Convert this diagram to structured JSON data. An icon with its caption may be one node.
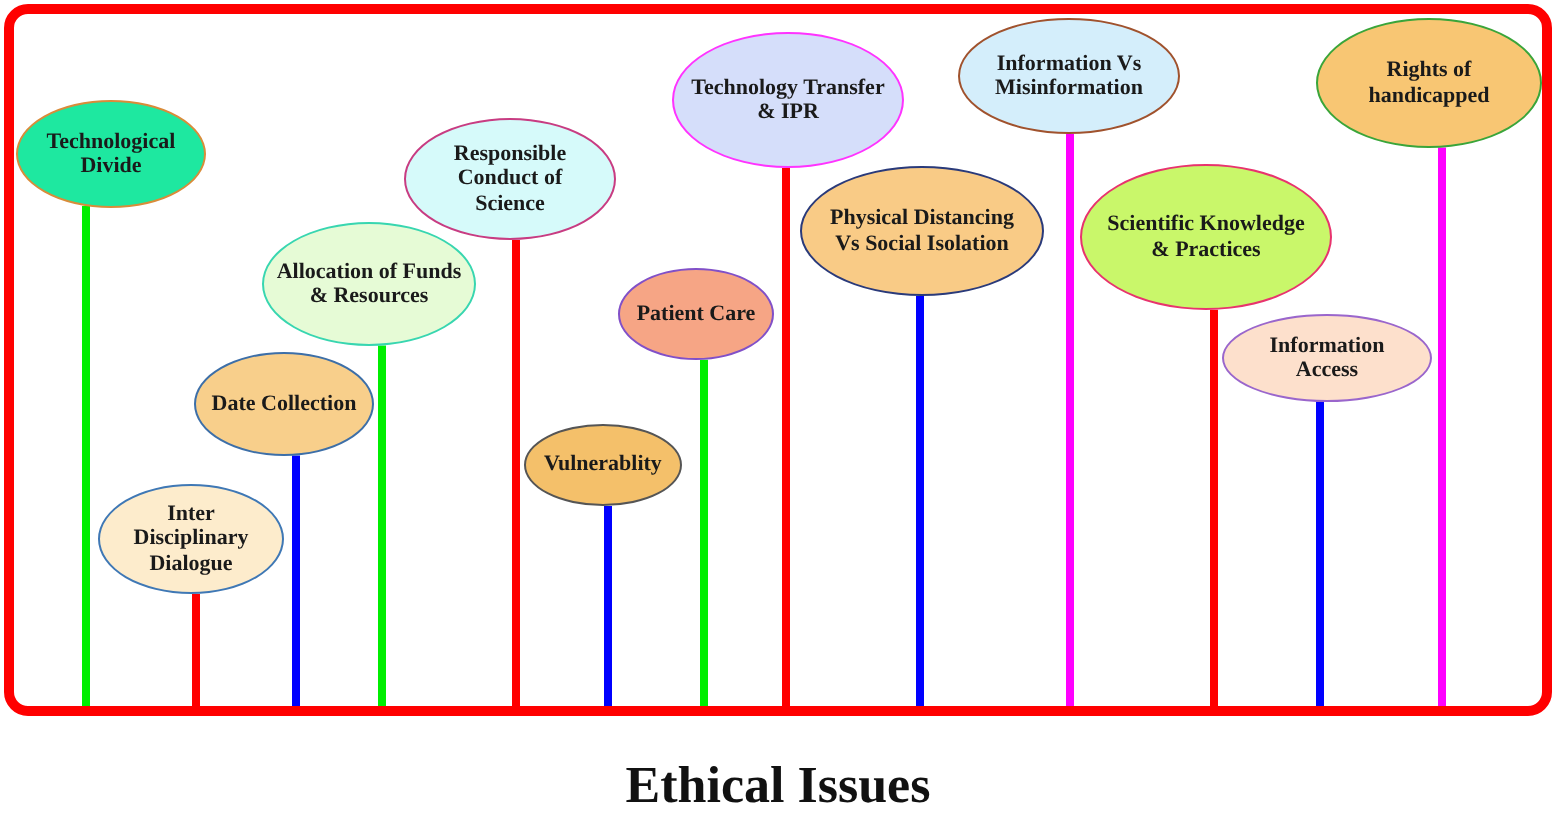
{
  "diagram": {
    "title": "Ethical Issues",
    "nodes": [
      {
        "text": [],
        "shape": "box"
      },
      {
        "text": [
          "Technological Divide"
        ],
        "in": 0
      },
      {
        "text": [
          "Inter Disciplinary Dialogue"
        ],
        "in": 0
      },
      {
        "text": [
          "Date Collection"
        ],
        "in": 0
      },
      {
        "text": [
          "Allocation of Funds & Resources"
        ],
        "in": 0
      },
      {
        "text": [
          "Responsible Conduct of Science"
        ],
        "in": 0
      },
      {
        "text": [
          "Vulnerablity"
        ],
        "in": 0
      },
      {
        "text": [
          "Patient Care"
        ],
        "in": 0
      },
      {
        "text": [
          "Technology Transfer & IPR"
        ],
        "in": 0
      },
      {
        "text": [
          "Physical Distancing Vs Social Isolation"
        ],
        "in": 0
      },
      {
        "text": [
          "Information Vs Misinformation"
        ],
        "in": 0
      },
      {
        "text": [
          "Scientific Knowledge & Practices"
        ],
        "in": 0
      },
      {
        "text": [
          "Information Access"
        ],
        "in": 0
      },
      {
        "text": [
          "Rights of handicapped"
        ],
        "in": 0
      }
    ],
    "edges": [
      {
        "from": 1,
        "to": 0,
        "arrow": "none",
        "color": "#00ee00"
      },
      {
        "from": 2,
        "to": 0,
        "arrow": "none",
        "color": "#ff0000"
      },
      {
        "from": 3,
        "to": 0,
        "arrow": "none",
        "color": "#0000ff"
      },
      {
        "from": 4,
        "to": 0,
        "arrow": "none",
        "color": "#00ee00"
      },
      {
        "from": 5,
        "to": 0,
        "arrow": "none",
        "color": "#ff0000"
      },
      {
        "from": 6,
        "to": 0,
        "arrow": "none",
        "color": "#0000ff"
      },
      {
        "from": 7,
        "to": 0,
        "arrow": "none",
        "color": "#00ee00"
      },
      {
        "from": 8,
        "to": 0,
        "arrow": "none",
        "color": "#ff0000"
      },
      {
        "from": 9,
        "to": 0,
        "arrow": "none",
        "color": "#0000ff"
      },
      {
        "from": 10,
        "to": 0,
        "arrow": "none",
        "color": "#ff00ff"
      },
      {
        "from": 11,
        "to": 0,
        "arrow": "none",
        "color": "#ff0000"
      },
      {
        "from": 12,
        "to": 0,
        "arrow": "none",
        "color": "#0000ff"
      },
      {
        "from": 13,
        "to": 0,
        "arrow": "none",
        "color": "#ff00ff"
      }
    ]
  }
}
